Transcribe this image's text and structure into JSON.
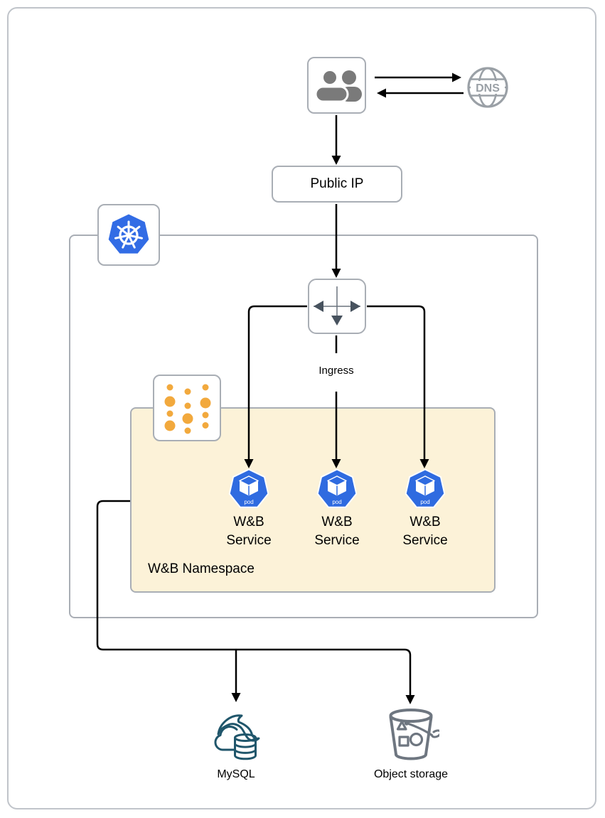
{
  "colors": {
    "box_border": "#A9AEB5",
    "outer_border": "#C0C4CA",
    "edge": "#000000",
    "k8s_blue": "#326CE5",
    "pod_blue": "#2F6BE0",
    "ns_fill": "#FCF2D8",
    "gold": "#F2A93D",
    "users_gray": "#7A7A7A",
    "dns_gray": "#9AA0A6",
    "ingress_gray": "#47525E",
    "mysql_teal": "#20566B",
    "bucket_gray": "#6E7680"
  },
  "nodes": {
    "users": {
      "icon": "users-icon"
    },
    "dns": {
      "icon": "dns-globe-icon",
      "label": "DNS"
    },
    "public_ip": {
      "label": "Public IP"
    },
    "kubernetes_cluster": {
      "icon": "kubernetes-helm-icon"
    },
    "ingress": {
      "icon": "ingress-arrows-icon",
      "label": "Ingress"
    },
    "wandb_namespace": {
      "icon": "wandb-dots-logo",
      "label": "W&B Namespace"
    },
    "pods": [
      {
        "icon": "k8s-pod-icon",
        "badge": "pod",
        "label": [
          "W&B",
          "Service"
        ]
      },
      {
        "icon": "k8s-pod-icon",
        "badge": "pod",
        "label": [
          "W&B",
          "Service"
        ]
      },
      {
        "icon": "k8s-pod-icon",
        "badge": "pod",
        "label": [
          "W&B",
          "Service"
        ]
      }
    ],
    "mysql": {
      "icon": "mysql-dolphin-icon",
      "label": "MySQL"
    },
    "object_storage": {
      "icon": "bucket-icon",
      "label": "Object storage"
    }
  },
  "edges": [
    {
      "from": "users",
      "to": "dns"
    },
    {
      "from": "dns",
      "to": "users"
    },
    {
      "from": "users",
      "to": "public_ip"
    },
    {
      "from": "public_ip",
      "to": "ingress"
    },
    {
      "from": "ingress",
      "to": "pod_1"
    },
    {
      "from": "ingress",
      "to": "pod_2"
    },
    {
      "from": "ingress",
      "to": "pod_3"
    },
    {
      "from": "wandb_namespace",
      "to": "mysql"
    },
    {
      "from": "wandb_namespace",
      "to": "object_storage"
    }
  ]
}
